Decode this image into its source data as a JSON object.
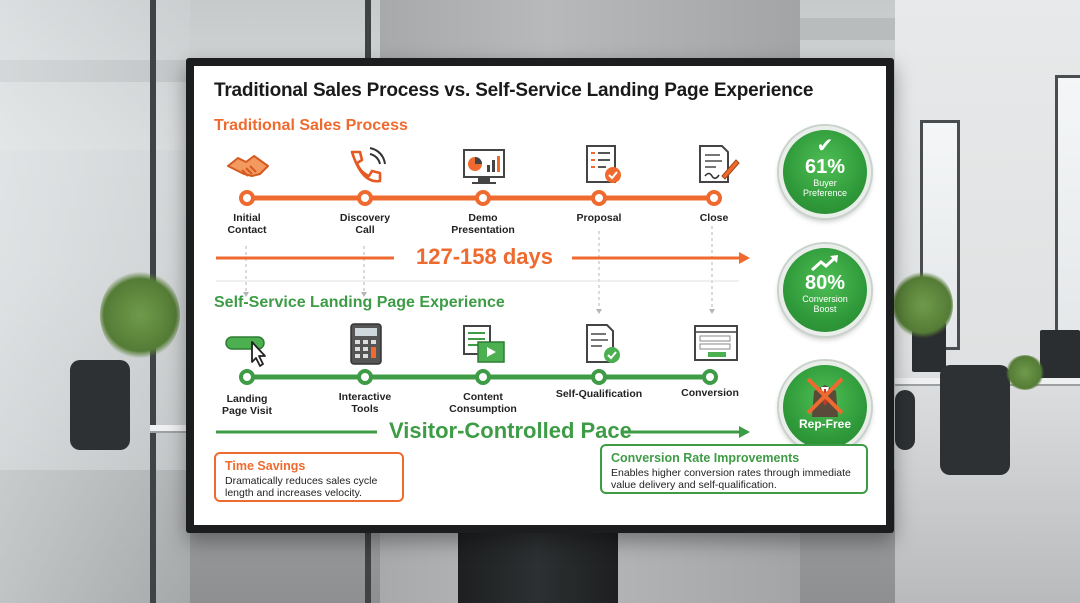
{
  "title": "Traditional Sales Process vs. Self-Service Landing Page Experience",
  "traditional": {
    "heading": "Traditional Sales Process",
    "steps": [
      {
        "label": "Initial\nContact",
        "icon": "handshake-icon"
      },
      {
        "label": "Discovery\nCall",
        "icon": "phone-icon"
      },
      {
        "label": "Demo\nPresentation",
        "icon": "monitor-chart-icon"
      },
      {
        "label": "Proposal",
        "icon": "checklist-icon"
      },
      {
        "label": "Close",
        "icon": "contract-sign-icon"
      }
    ],
    "duration": "127-158 days"
  },
  "selfservice": {
    "heading": "Self-Service Landing Page Experience",
    "steps": [
      {
        "label": "Landing\nPage Visit",
        "icon": "click-button-icon"
      },
      {
        "label": "Interactive\nTools",
        "icon": "calculator-icon"
      },
      {
        "label": "Content\nConsumption",
        "icon": "video-content-icon"
      },
      {
        "label": "Self-Qualification",
        "icon": "document-check-icon"
      },
      {
        "label": "Conversion",
        "icon": "form-submit-icon"
      }
    ],
    "pace": "Visitor-Controlled Pace"
  },
  "badges": [
    {
      "value": "61%",
      "label": "Buyer\nPreference",
      "icon": "checkmark-icon"
    },
    {
      "value": "80%",
      "label": "Conversion\nBoost",
      "icon": "trend-up-icon"
    },
    {
      "value": "",
      "label": "Rep-Free",
      "icon": "crossed-salesman-icon"
    }
  ],
  "boxes": {
    "time": {
      "heading": "Time Savings",
      "body": "Dramatically reduces sales cycle\nlength and increases velocity."
    },
    "conversion": {
      "heading": "Conversion Rate Improvements",
      "body": "Enables higher conversion rates through immediate\nvalue delivery and self-qualification."
    }
  },
  "colors": {
    "orange": "#ef6a2e",
    "green": "#3d9c45"
  }
}
